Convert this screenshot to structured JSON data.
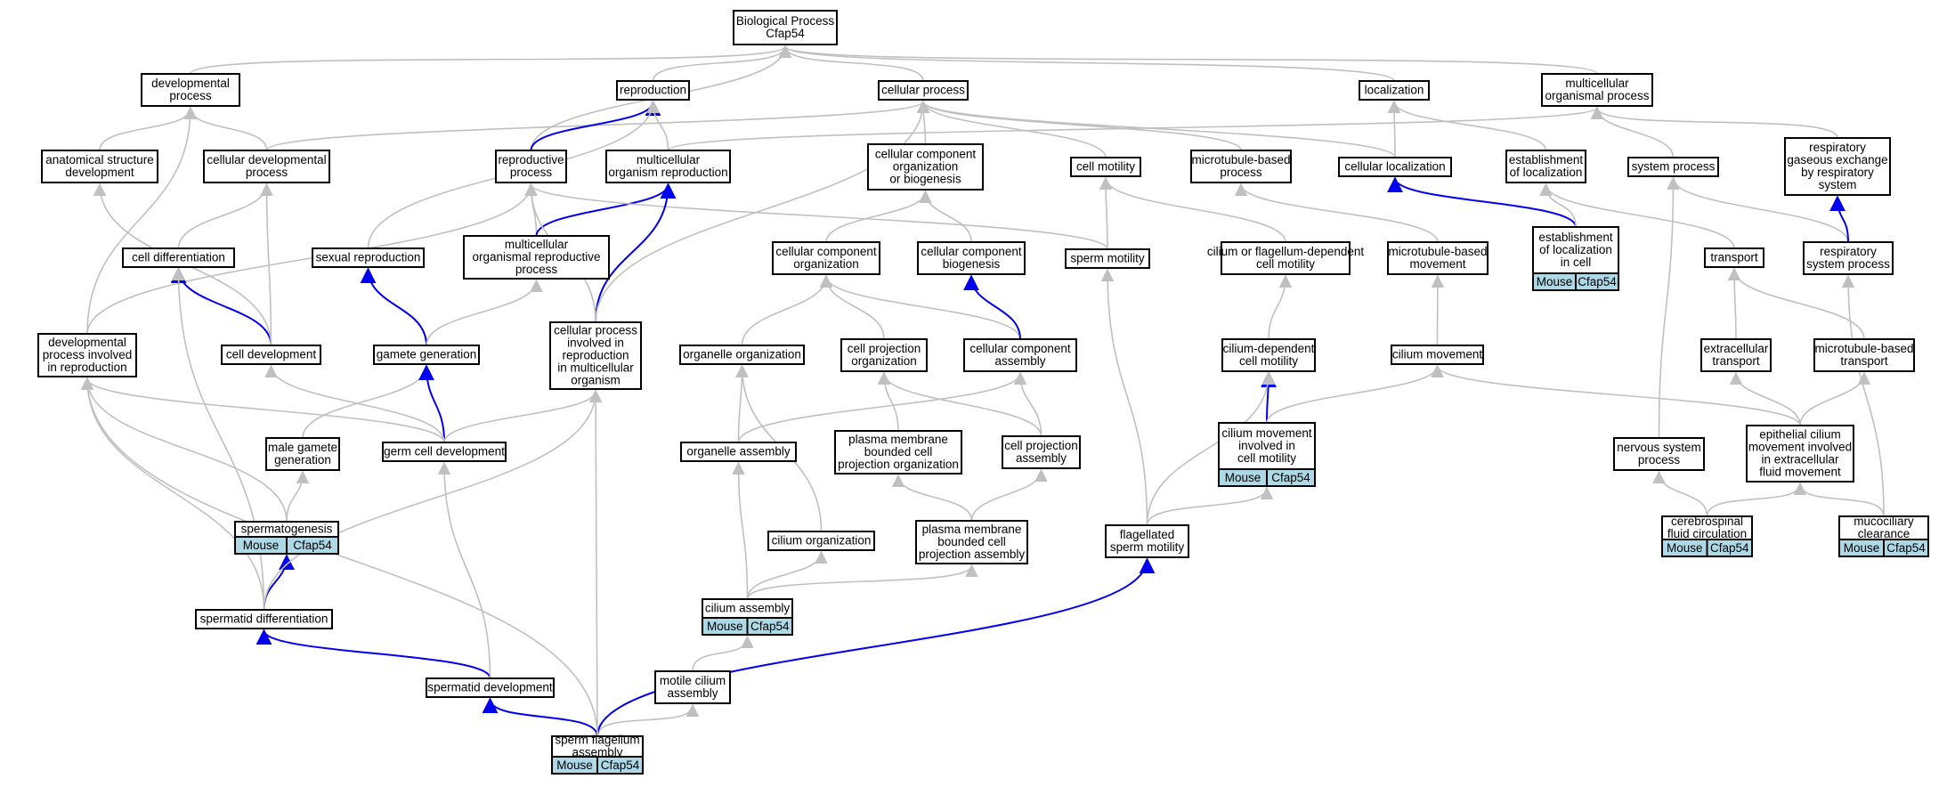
{
  "graph": {
    "colors": {
      "edge_gray": "#c0c0c0",
      "edge_blue": "#0000ee",
      "annotation_fill": "#add8e6"
    },
    "nodes": [
      {
        "id": "root",
        "lines": [
          "Biological Process",
          "Cfap54"
        ]
      },
      {
        "id": "devproc",
        "lines": [
          "developmental",
          "process"
        ]
      },
      {
        "id": "reproduction",
        "lines": [
          "reproduction"
        ]
      },
      {
        "id": "cellproc",
        "lines": [
          "cellular process"
        ]
      },
      {
        "id": "localization",
        "lines": [
          "localization"
        ]
      },
      {
        "id": "mcorgproc",
        "lines": [
          "multicellular",
          "organismal process"
        ]
      },
      {
        "id": "anatdev",
        "lines": [
          "anatomical structure",
          "development"
        ]
      },
      {
        "id": "celldevproc",
        "lines": [
          "cellular developmental",
          "process"
        ]
      },
      {
        "id": "reproproc",
        "lines": [
          "reproductive",
          "process"
        ]
      },
      {
        "id": "mcorgrepro",
        "lines": [
          "multicellular",
          "organism reproduction"
        ]
      },
      {
        "id": "ccorgbio",
        "lines": [
          "cellular component",
          "organization",
          "or biogenesis"
        ]
      },
      {
        "id": "cellmot",
        "lines": [
          "cell motility"
        ]
      },
      {
        "id": "mtbproc",
        "lines": [
          "microtubule-based",
          "process"
        ]
      },
      {
        "id": "cellloc",
        "lines": [
          "cellular localization"
        ]
      },
      {
        "id": "estloc",
        "lines": [
          "establishment",
          "of localization"
        ]
      },
      {
        "id": "sysproc",
        "lines": [
          "system process"
        ]
      },
      {
        "id": "respgas",
        "lines": [
          "respiratory",
          "gaseous exchange",
          "by respiratory",
          "system"
        ]
      },
      {
        "id": "celldiff",
        "lines": [
          "cell differentiation"
        ]
      },
      {
        "id": "sexrepro",
        "lines": [
          "sexual reproduction"
        ]
      },
      {
        "id": "mcorgreproproc",
        "lines": [
          "multicellular",
          "organismal reproductive",
          "process"
        ]
      },
      {
        "id": "ccorg",
        "lines": [
          "cellular component",
          "organization"
        ]
      },
      {
        "id": "ccbio",
        "lines": [
          "cellular component",
          "biogenesis"
        ]
      },
      {
        "id": "spermmot",
        "lines": [
          "sperm motility"
        ]
      },
      {
        "id": "ciliumflagmot",
        "lines": [
          "cilium or flagellum-dependent",
          "cell motility"
        ]
      },
      {
        "id": "mtbmove",
        "lines": [
          "microtubule-based",
          "movement"
        ]
      },
      {
        "id": "estlocincell",
        "lines": [
          "establishment",
          "of localization",
          "in cell"
        ],
        "annotation": [
          "Mouse",
          "Cfap54"
        ]
      },
      {
        "id": "transport",
        "lines": [
          "transport"
        ]
      },
      {
        "id": "respsysproc",
        "lines": [
          "respiratory",
          "system process"
        ]
      },
      {
        "id": "devprocrepro",
        "lines": [
          "developmental",
          "process involved",
          "in reproduction"
        ]
      },
      {
        "id": "celldev",
        "lines": [
          "cell development"
        ]
      },
      {
        "id": "gametegen",
        "lines": [
          "gamete generation"
        ]
      },
      {
        "id": "cellprocrepro",
        "lines": [
          "cellular process",
          "involved in",
          "reproduction",
          "in multicellular",
          "organism"
        ]
      },
      {
        "id": "organelleorg",
        "lines": [
          "organelle organization"
        ]
      },
      {
        "id": "cellprojorg",
        "lines": [
          "cell projection",
          "organization"
        ]
      },
      {
        "id": "ccassembly",
        "lines": [
          "cellular component",
          "assembly"
        ]
      },
      {
        "id": "ciliumdepmot",
        "lines": [
          "cilium-dependent",
          "cell motility"
        ]
      },
      {
        "id": "ciliummove",
        "lines": [
          "cilium movement"
        ]
      },
      {
        "id": "extracelltransport",
        "lines": [
          "extracellular",
          "transport"
        ]
      },
      {
        "id": "mtbtransport",
        "lines": [
          "microtubule-based",
          "transport"
        ]
      },
      {
        "id": "malegamete",
        "lines": [
          "male gamete",
          "generation"
        ]
      },
      {
        "id": "germcelldev",
        "lines": [
          "germ cell development"
        ]
      },
      {
        "id": "organelleassembly",
        "lines": [
          "organelle assembly"
        ]
      },
      {
        "id": "pmbcellprojorg",
        "lines": [
          "plasma membrane",
          "bounded cell",
          "projection organization"
        ]
      },
      {
        "id": "cellprojassembly",
        "lines": [
          "cell projection",
          "assembly"
        ]
      },
      {
        "id": "ciliummovecellmot",
        "lines": [
          "cilium movement",
          "involved in",
          "cell motility"
        ],
        "annotation": [
          "Mouse",
          "Cfap54"
        ]
      },
      {
        "id": "nervsys",
        "lines": [
          "nervous system",
          "process"
        ]
      },
      {
        "id": "epicilium",
        "lines": [
          "epithelial cilium",
          "movement involved",
          "in extracellular",
          "fluid movement"
        ]
      },
      {
        "id": "spermatogenesis",
        "lines": [
          "spermatogenesis"
        ],
        "annotation": [
          "Mouse",
          "Cfap54"
        ]
      },
      {
        "id": "ciliumorg",
        "lines": [
          "cilium organization"
        ]
      },
      {
        "id": "pmbcellprojassembly",
        "lines": [
          "plasma membrane",
          "bounded cell",
          "projection assembly"
        ]
      },
      {
        "id": "flagspermmot",
        "lines": [
          "flagellated",
          "sperm motility"
        ]
      },
      {
        "id": "csf",
        "lines": [
          "cerebrospinal",
          "fluid circulation"
        ],
        "annotation": [
          "Mouse",
          "Cfap54"
        ]
      },
      {
        "id": "mucociliary",
        "lines": [
          "mucociliary",
          "clearance"
        ],
        "annotation": [
          "Mouse",
          "Cfap54"
        ]
      },
      {
        "id": "spermatiddiff",
        "lines": [
          "spermatid differentiation"
        ]
      },
      {
        "id": "ciliumassembly",
        "lines": [
          "cilium assembly"
        ],
        "annotation": [
          "Mouse",
          "Cfap54"
        ]
      },
      {
        "id": "spermatiddev",
        "lines": [
          "spermatid development"
        ]
      },
      {
        "id": "motilecilium",
        "lines": [
          "motile cilium",
          "assembly"
        ]
      },
      {
        "id": "spermflag",
        "lines": [
          "sperm flagellum",
          "assembly"
        ],
        "annotation": [
          "Mouse",
          "Cfap54"
        ]
      }
    ]
  }
}
